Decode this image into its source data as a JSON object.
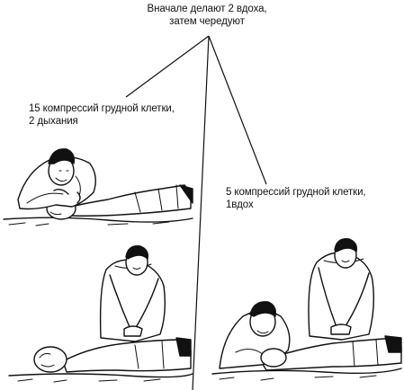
{
  "top_label": {
    "line1": "Вначале делают 2 вдоха,",
    "line2": "затем чередуют"
  },
  "left_label": {
    "line1": "15 компрессий грудной клетки,",
    "line2": "2 дыхания"
  },
  "right_label": {
    "line1": "5 компрессий грудной клетки,",
    "line2": "1вдох"
  },
  "colors": {
    "ink": "#111111",
    "background": "#ffffff"
  },
  "scenes": [
    {
      "name": "one-rescuer-breathing-scene"
    },
    {
      "name": "one-rescuer-compression-scene"
    },
    {
      "name": "two-rescuers-scene"
    }
  ]
}
